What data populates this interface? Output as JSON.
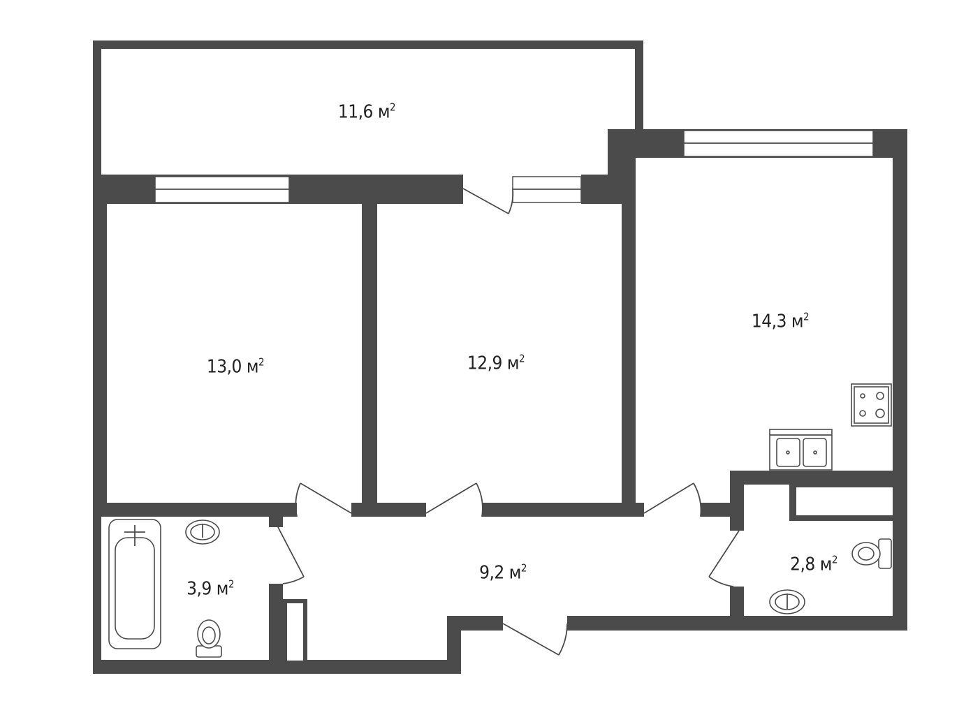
{
  "plan": {
    "unit": "м",
    "rooms": [
      {
        "id": "balcony",
        "area": "11,6"
      },
      {
        "id": "bedroom-left",
        "area": "13,0"
      },
      {
        "id": "bedroom-middle",
        "area": "12,9"
      },
      {
        "id": "kitchen",
        "area": "14,3"
      },
      {
        "id": "hallway",
        "area": "9,2"
      },
      {
        "id": "bathroom",
        "area": "3,9"
      },
      {
        "id": "toilet",
        "area": "2,8"
      }
    ]
  },
  "colors": {
    "wall": "#4b4b4b",
    "background": "#ffffff"
  }
}
